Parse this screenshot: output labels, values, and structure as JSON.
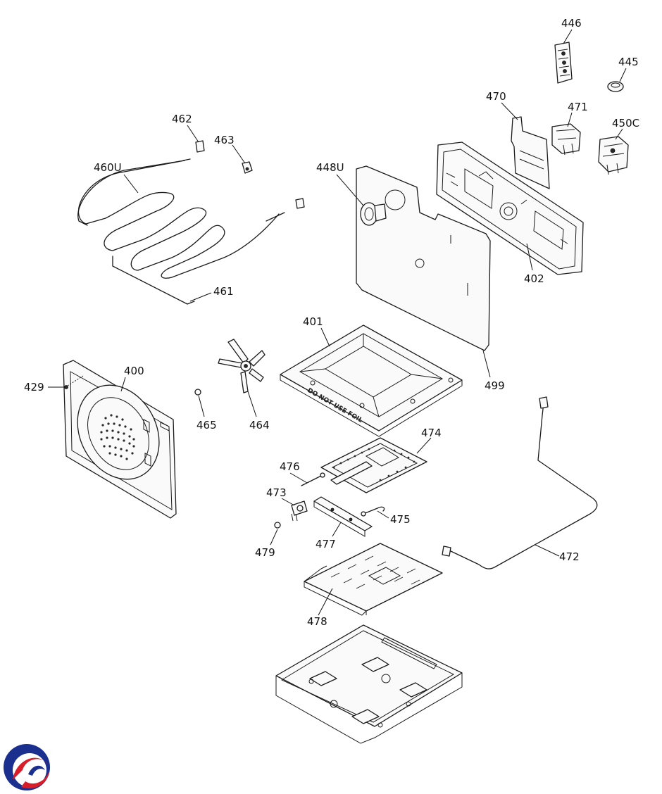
{
  "diagram": {
    "labels": {
      "p446": "446",
      "p445": "445",
      "p470": "470",
      "p471": "471",
      "p450c": "450C",
      "p462": "462",
      "p463": "463",
      "p460u": "460U",
      "p448u": "448U",
      "p402": "402",
      "p461": "461",
      "p401": "401",
      "p400": "400",
      "p429": "429",
      "p499": "499",
      "p465": "465",
      "p464": "464",
      "p474": "474",
      "p476": "476",
      "p473": "473",
      "p475": "475",
      "p477": "477",
      "p479": "479",
      "p472": "472",
      "p478": "478"
    },
    "stamp_text": "DO NOT USE FOIL"
  },
  "colors": {
    "logo_blue": "#1b2f8f",
    "logo_red": "#d81e2a",
    "line": "#1a1a1a"
  }
}
